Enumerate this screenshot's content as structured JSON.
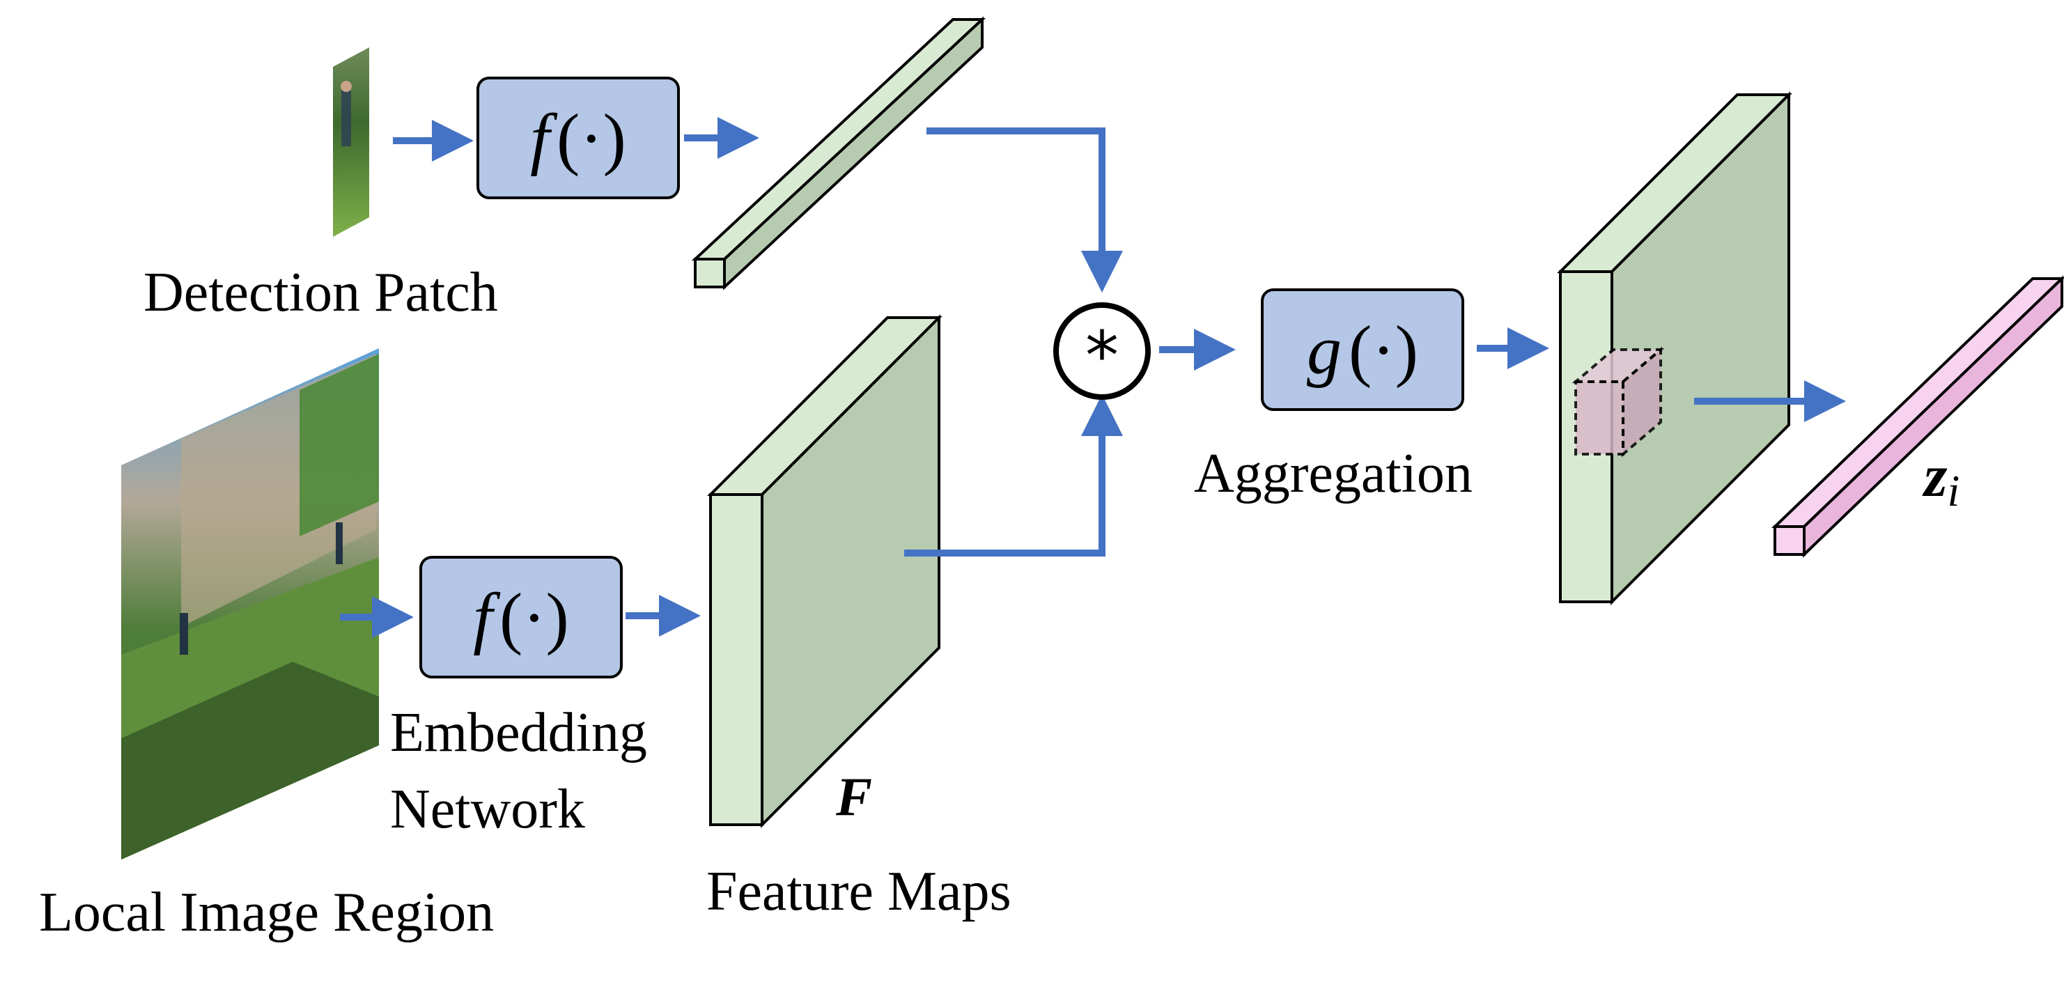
{
  "labels": {
    "detection_patch": "Detection Patch",
    "local_image_region": "Local Image Region",
    "embedding": "Embedding",
    "network": "Network",
    "feature_maps": "Feature Maps",
    "aggregation": "Aggregation",
    "feature_symbol": "F",
    "output_symbol": "z",
    "output_subscript": "i",
    "conv_operator": "*"
  },
  "functions": {
    "f_top": {
      "name": "f",
      "arg": "(·)"
    },
    "f_bottom": {
      "name": "f",
      "arg": "(·)"
    },
    "g": {
      "name": "g",
      "arg": "(·)"
    }
  },
  "colors": {
    "arrow": "#4472C4",
    "function_box_fill": "#B4C7E7",
    "feature_face_front": "#D9EAD3",
    "feature_face_side": "#B7CBB0",
    "output_vector": "#F8D3F0",
    "cell_cube": "#D8B8C8",
    "stroke": "#000000"
  }
}
